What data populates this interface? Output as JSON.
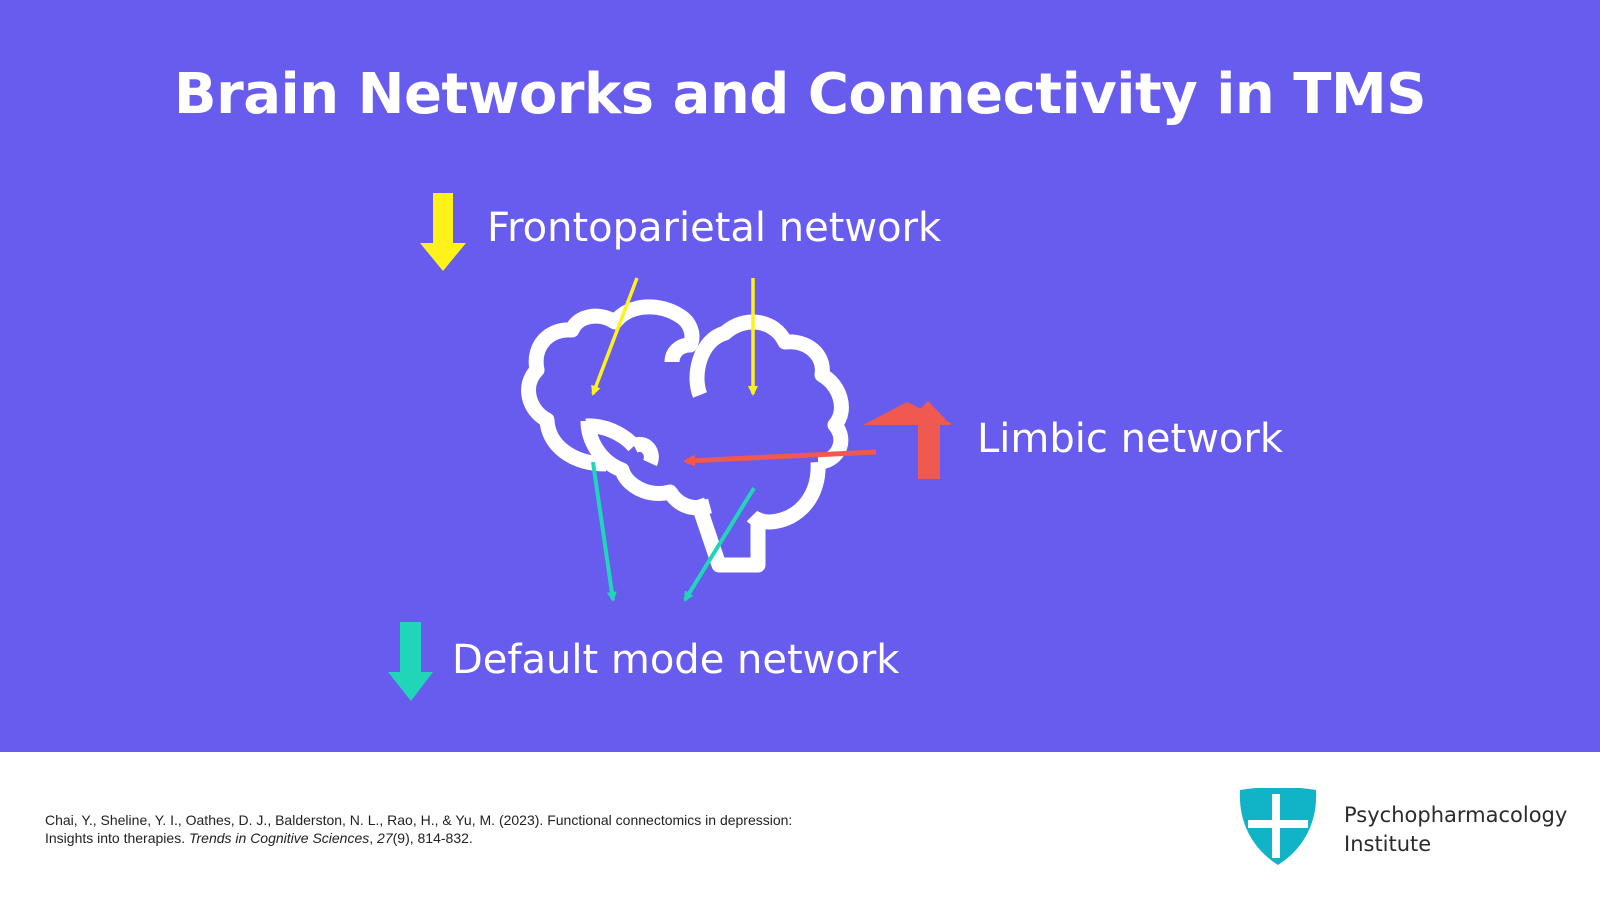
{
  "slide": {
    "title": "Brain Networks and Connectivity in TMS",
    "background_color": "#675CED"
  },
  "networks": {
    "frontoparietal": {
      "label": "Frontoparietal network",
      "direction": "down",
      "color": "#FFF21A"
    },
    "limbic": {
      "label": "Limbic network",
      "direction": "up",
      "color": "#F0594F"
    },
    "default_mode": {
      "label": "Default mode network",
      "direction": "down",
      "color": "#21D6B8"
    }
  },
  "diagram": {
    "center_icon": "brain-icon"
  },
  "footer": {
    "citation": {
      "part1": "Chai, Y., Sheline, Y. I., Oathes, D. J., Balderston, N. L., Rao, H., & Yu, M. (2023). Functional connectomics in depression: Insights into therapies. ",
      "journal": "Trends in Cognitive Sciences",
      "sep": ", ",
      "volume": "27",
      "rest": "(9), 814-832."
    },
    "logo": {
      "icon": "shield-cross-icon",
      "line1": "Psychopharmacology",
      "line2": "Institute",
      "color": "#11B4C7"
    }
  }
}
